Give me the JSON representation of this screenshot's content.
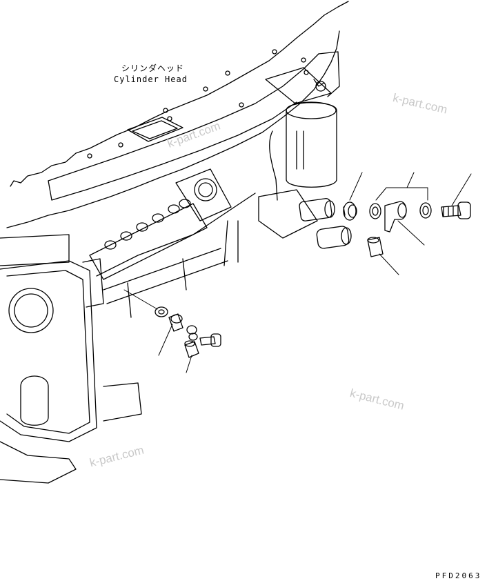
{
  "diagram": {
    "labels": {
      "cylinder_head_jp": "シリンダヘッド",
      "cylinder_head_en": "Cylinder Head",
      "drawing_code": "PFD2063"
    },
    "watermarks": [
      "k-part.com",
      "k-part.com",
      "k-part.com",
      "k-part.com"
    ],
    "colors": {
      "line": "#000000",
      "watermark": "#c9c9c9",
      "background": "#ffffff"
    }
  }
}
